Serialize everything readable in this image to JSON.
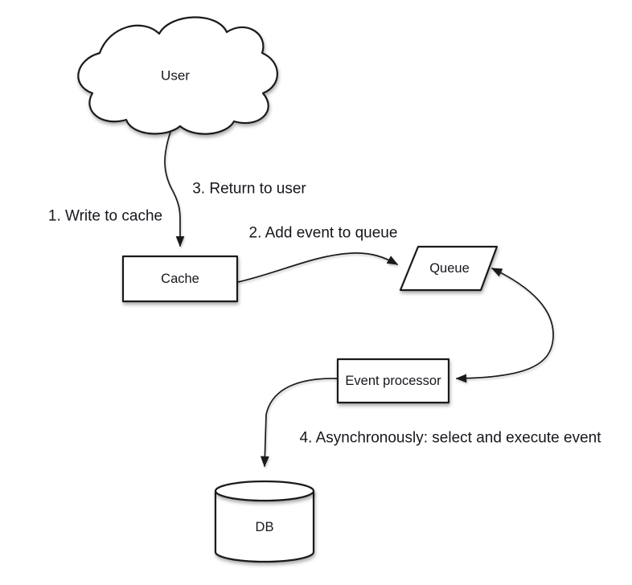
{
  "diagram": {
    "background_color": "#ffffff",
    "stroke_color": "#1a1a1a",
    "shape_fill_color": "#ffffff",
    "text_color": "#16161d",
    "nodes": [
      {
        "id": "user",
        "label": "User",
        "shape": "cloud"
      },
      {
        "id": "cache",
        "label": "Cache",
        "shape": "rectangle"
      },
      {
        "id": "queue",
        "label": "Queue",
        "shape": "parallelogram"
      },
      {
        "id": "event-processor",
        "label": "Event processor",
        "shape": "rectangle"
      },
      {
        "id": "db",
        "label": "DB",
        "shape": "cylinder"
      }
    ],
    "steps": [
      {
        "label": "1. Write to cache",
        "from": "user",
        "to": "cache"
      },
      {
        "label": "2. Add event to queue",
        "from": "cache",
        "to": "queue"
      },
      {
        "label": "3. Return to user",
        "from": "cache",
        "to": "user"
      },
      {
        "label": "4. Asynchronously: select and execute event",
        "from": "event-processor",
        "to": "db"
      }
    ],
    "edges": [
      {
        "from": "user",
        "to": "cache",
        "arrow": "end"
      },
      {
        "from": "cache",
        "to": "queue",
        "arrow": "end"
      },
      {
        "from": "queue",
        "to": "event-processor",
        "arrow": "both"
      },
      {
        "from": "event-processor",
        "to": "db",
        "arrow": "end"
      }
    ]
  }
}
